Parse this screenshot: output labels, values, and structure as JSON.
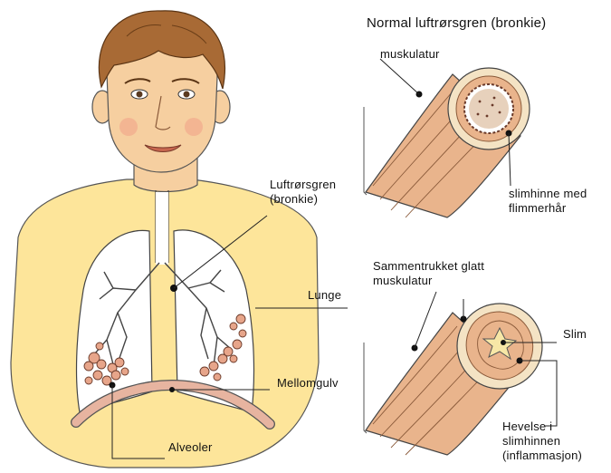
{
  "labels": {
    "normal_title": "Normal luftrørsgren (bronkie)",
    "muskulatur": "muskulatur",
    "slimhinne": [
      "slimhinne med",
      "flimmerhår"
    ],
    "bronkie": [
      "Luftrørsgren",
      "(bronkie)"
    ],
    "lunge": "Lunge",
    "sammentrukket": [
      "Sammentrukket glatt",
      "muskulatur"
    ],
    "slim": "Slim",
    "mellomgulv": "Mellomgulv",
    "hevelse": [
      "Hevelse i",
      "slimhinnen",
      "(inflammasjon)"
    ],
    "alveoler": "Alveoler"
  },
  "colors": {
    "skin": "#f6cfa0",
    "body": "#fde59a",
    "hair": "#a86a35",
    "lung": "#ffffff",
    "tube": "#e9b48c",
    "wall": "#f4e3c4",
    "mucus": "#f7e7a6",
    "diaphragm": "#e7b4a0"
  }
}
